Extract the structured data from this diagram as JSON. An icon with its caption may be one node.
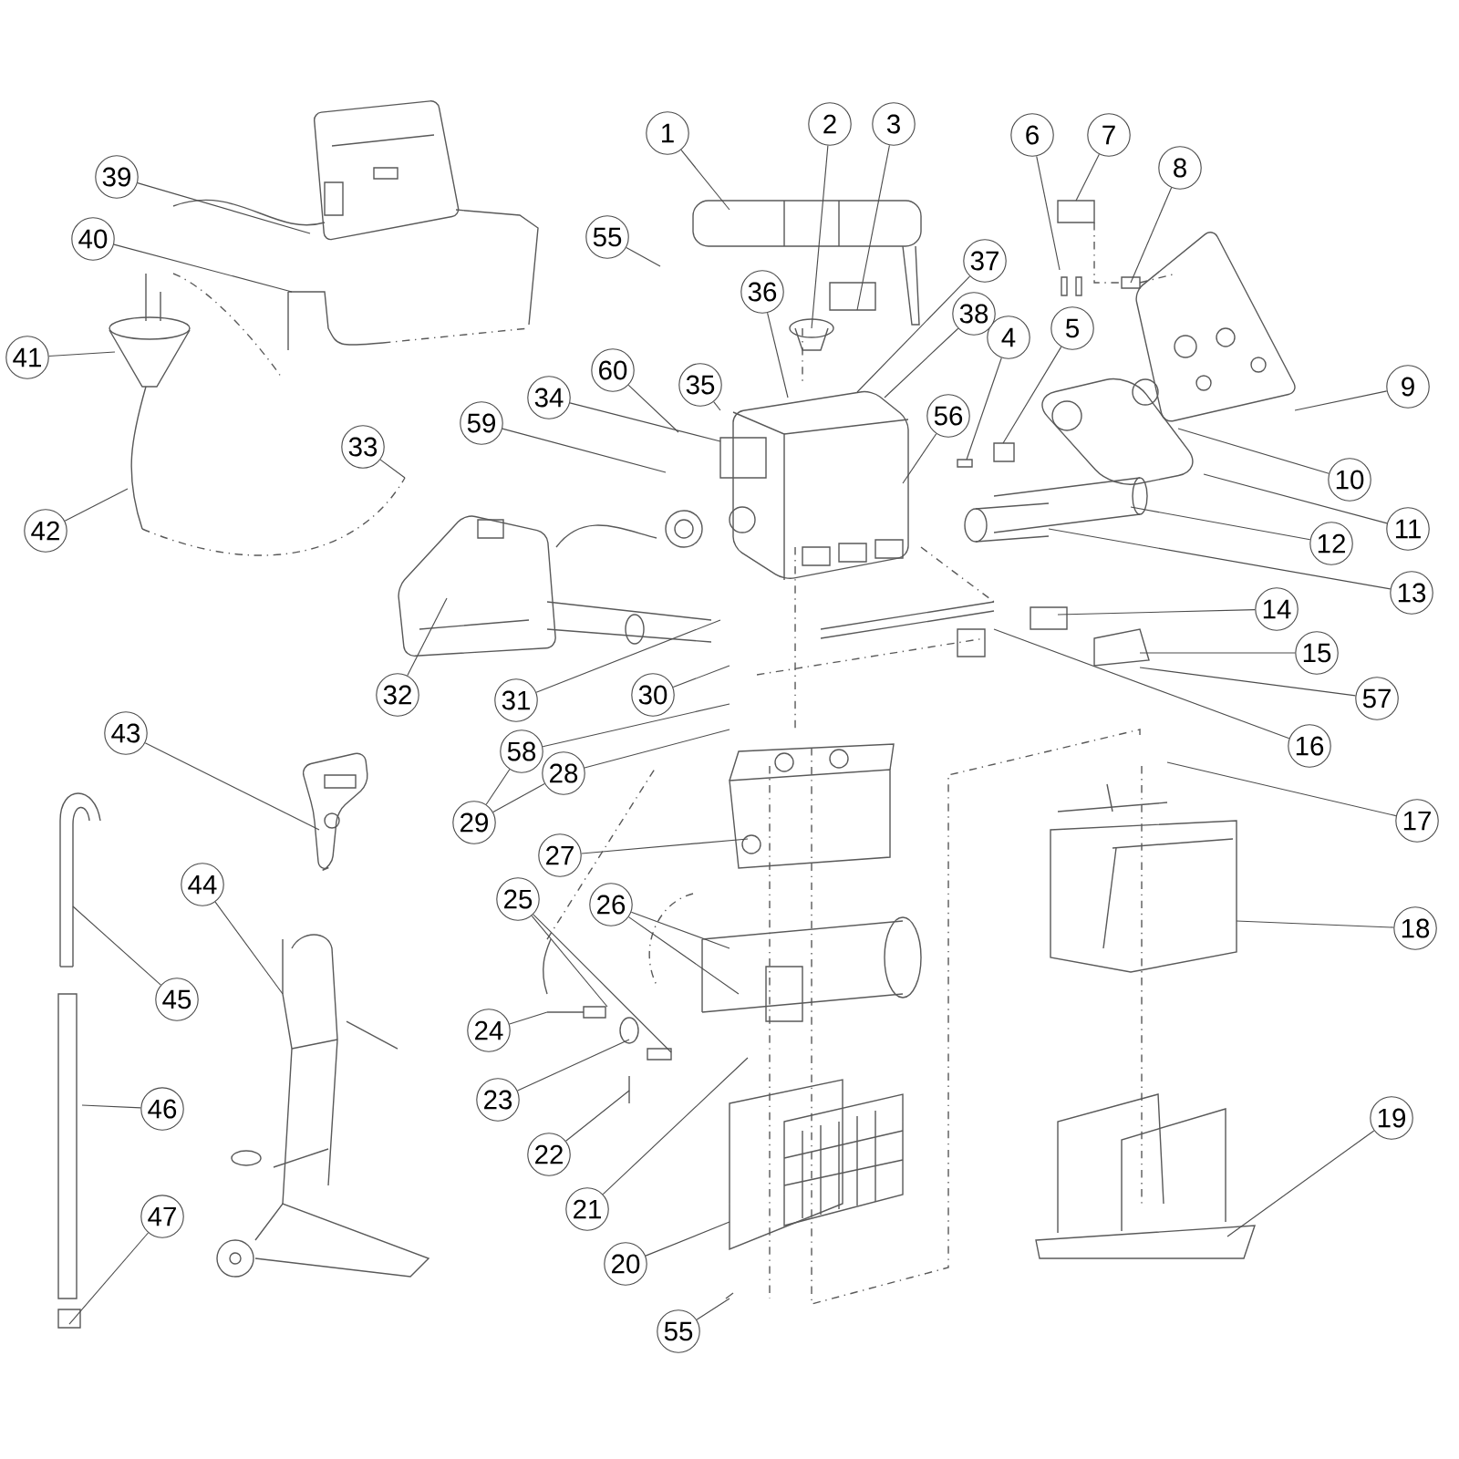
{
  "diagram": {
    "nodes": [
      {
        "text": [
          "1"
        ]
      },
      {
        "text": [
          "2"
        ]
      },
      {
        "text": [
          "3"
        ]
      },
      {
        "text": [
          "4"
        ]
      },
      {
        "text": [
          "5"
        ]
      },
      {
        "text": [
          "6"
        ]
      },
      {
        "text": [
          "7"
        ]
      },
      {
        "text": [
          "8"
        ]
      },
      {
        "text": [
          "9"
        ]
      },
      {
        "text": [
          "10"
        ]
      },
      {
        "text": [
          "11"
        ]
      },
      {
        "text": [
          "12"
        ]
      },
      {
        "text": [
          "13"
        ]
      },
      {
        "text": [
          "14"
        ]
      },
      {
        "text": [
          "15"
        ]
      },
      {
        "text": [
          "16"
        ]
      },
      {
        "text": [
          "17"
        ]
      },
      {
        "text": [
          "18"
        ]
      },
      {
        "text": [
          "19"
        ]
      },
      {
        "text": [
          "20"
        ]
      },
      {
        "text": [
          "21"
        ]
      },
      {
        "text": [
          "22"
        ]
      },
      {
        "text": [
          "23"
        ]
      },
      {
        "text": [
          "24"
        ]
      },
      {
        "text": [
          "25"
        ]
      },
      {
        "text": [
          "26"
        ]
      },
      {
        "text": [
          "27"
        ]
      },
      {
        "text": [
          "28"
        ]
      },
      {
        "text": [
          "29"
        ]
      },
      {
        "text": [
          "30"
        ]
      },
      {
        "text": [
          "31"
        ]
      },
      {
        "text": [
          "32"
        ]
      },
      {
        "text": [
          "33"
        ]
      },
      {
        "text": [
          "34"
        ]
      },
      {
        "text": [
          "35"
        ]
      },
      {
        "text": [
          "36"
        ]
      },
      {
        "text": [
          "37"
        ]
      },
      {
        "text": [
          "38"
        ]
      },
      {
        "text": [
          "39"
        ]
      },
      {
        "text": [
          "40"
        ]
      },
      {
        "text": [
          "41"
        ]
      },
      {
        "text": [
          "42"
        ]
      },
      {
        "text": [
          "43"
        ]
      },
      {
        "text": [
          "44"
        ]
      },
      {
        "text": [
          "45"
        ]
      },
      {
        "text": [
          "46"
        ]
      },
      {
        "text": [
          "47"
        ]
      },
      {
        "text": [
          "55"
        ]
      },
      {
        "text": [
          "55"
        ]
      },
      {
        "text": [
          "56"
        ]
      },
      {
        "text": [
          "57"
        ]
      },
      {
        "text": [
          "58"
        ]
      },
      {
        "text": [
          "59"
        ]
      },
      {
        "text": [
          "60"
        ]
      }
    ],
    "edges": [
      {
        "from": 0,
        "to": null,
        "arrow": "none"
      },
      {
        "from": 1,
        "to": null,
        "arrow": "none"
      },
      {
        "from": 2,
        "to": null,
        "arrow": "none"
      },
      {
        "from": 3,
        "to": null,
        "arrow": "none"
      },
      {
        "from": 4,
        "to": null,
        "arrow": "none"
      },
      {
        "from": 5,
        "to": null,
        "arrow": "none"
      },
      {
        "from": 6,
        "to": null,
        "arrow": "none"
      },
      {
        "from": 7,
        "to": null,
        "arrow": "none"
      },
      {
        "from": 8,
        "to": null,
        "arrow": "none"
      },
      {
        "from": 9,
        "to": null,
        "arrow": "none"
      },
      {
        "from": 10,
        "to": null,
        "arrow": "none"
      },
      {
        "from": 11,
        "to": null,
        "arrow": "none"
      },
      {
        "from": 12,
        "to": null,
        "arrow": "none"
      },
      {
        "from": 13,
        "to": null,
        "arrow": "none"
      },
      {
        "from": 14,
        "to": null,
        "arrow": "none"
      },
      {
        "from": 15,
        "to": null,
        "arrow": "none"
      },
      {
        "from": 16,
        "to": null,
        "arrow": "none"
      },
      {
        "from": 17,
        "to": null,
        "arrow": "none"
      },
      {
        "from": 18,
        "to": null,
        "arrow": "none"
      },
      {
        "from": 19,
        "to": null,
        "arrow": "none"
      },
      {
        "from": 20,
        "to": null,
        "arrow": "none"
      },
      {
        "from": 21,
        "to": null,
        "arrow": "none"
      },
      {
        "from": 22,
        "to": null,
        "arrow": "none"
      },
      {
        "from": 23,
        "to": null,
        "arrow": "none"
      },
      {
        "from": 24,
        "to": null,
        "arrow": "none"
      },
      {
        "from": 24,
        "to": null,
        "arrow": "none"
      },
      {
        "from": 25,
        "to": null,
        "arrow": "none"
      },
      {
        "from": 25,
        "to": null,
        "arrow": "none"
      },
      {
        "from": 26,
        "to": null,
        "arrow": "none"
      },
      {
        "from": 27,
        "to": null,
        "arrow": "none"
      },
      {
        "from": 28,
        "to": 51,
        "arrow": "none"
      },
      {
        "from": 28,
        "to": 27,
        "arrow": "none"
      },
      {
        "from": 29,
        "to": null,
        "arrow": "none"
      },
      {
        "from": 30,
        "to": null,
        "arrow": "none"
      },
      {
        "from": 31,
        "to": null,
        "arrow": "none"
      },
      {
        "from": 32,
        "to": null,
        "arrow": "none"
      },
      {
        "from": 33,
        "to": null,
        "arrow": "none"
      },
      {
        "from": 34,
        "to": null,
        "arrow": "none"
      },
      {
        "from": 35,
        "to": null,
        "arrow": "none"
      },
      {
        "from": 36,
        "to": null,
        "arrow": "none"
      },
      {
        "from": 37,
        "to": null,
        "arrow": "none"
      },
      {
        "from": 38,
        "to": null,
        "arrow": "none"
      },
      {
        "from": 39,
        "to": null,
        "arrow": "none"
      },
      {
        "from": 40,
        "to": null,
        "arrow": "none"
      },
      {
        "from": 41,
        "to": null,
        "arrow": "none"
      },
      {
        "from": 42,
        "to": null,
        "arrow": "none"
      },
      {
        "from": 43,
        "to": null,
        "arrow": "none"
      },
      {
        "from": 44,
        "to": null,
        "arrow": "none"
      },
      {
        "from": 45,
        "to": null,
        "arrow": "none"
      },
      {
        "from": 46,
        "to": null,
        "arrow": "none"
      },
      {
        "from": 47,
        "to": null,
        "arrow": "none"
      },
      {
        "from": 48,
        "to": null,
        "arrow": "none"
      },
      {
        "from": 49,
        "to": null,
        "arrow": "none"
      },
      {
        "from": 50,
        "to": null,
        "arrow": "none"
      },
      {
        "from": 51,
        "to": null,
        "arrow": "none"
      },
      {
        "from": 52,
        "to": null,
        "arrow": "none"
      },
      {
        "from": 53,
        "to": null,
        "arrow": "none"
      }
    ]
  }
}
